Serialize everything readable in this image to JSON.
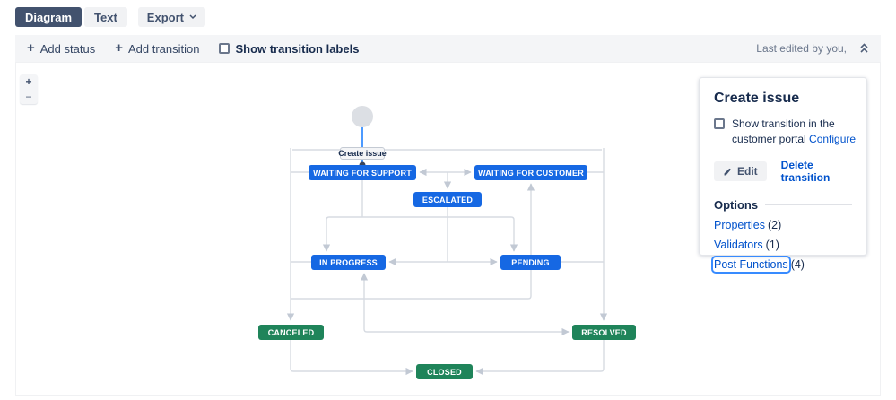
{
  "tabs": {
    "diagram": "Diagram",
    "text": "Text",
    "export": "Export"
  },
  "toolbar": {
    "add_status": "Add status",
    "add_transition": "Add transition",
    "show_transition_labels": "Show transition labels",
    "last_edited": "Last edited by you,"
  },
  "zoom_controls": {
    "zoom_in": "+",
    "zoom_out": "−"
  },
  "diagram": {
    "start_transition_label": "Create issue",
    "colors": {
      "inprogress": "#1668E3",
      "done": "#1F845A"
    },
    "statuses": [
      {
        "id": "wfs",
        "label": "WAITING FOR SUPPORT",
        "kind": "inprogress"
      },
      {
        "id": "wfc",
        "label": "WAITING FOR CUSTOMER",
        "kind": "inprogress"
      },
      {
        "id": "esc",
        "label": "ESCALATED",
        "kind": "inprogress"
      },
      {
        "id": "inp",
        "label": "IN PROGRESS",
        "kind": "inprogress"
      },
      {
        "id": "pen",
        "label": "PENDING",
        "kind": "inprogress"
      },
      {
        "id": "can",
        "label": "CANCELED",
        "kind": "done"
      },
      {
        "id": "res",
        "label": "RESOLVED",
        "kind": "done"
      },
      {
        "id": "clo",
        "label": "CLOSED",
        "kind": "done"
      }
    ]
  },
  "panel": {
    "title": "Create issue",
    "portal_checkbox_label": "Show transition in the customer portal",
    "configure_label": "Configure",
    "edit_label": "Edit",
    "delete_label": "Delete transition",
    "options_title": "Options",
    "options": [
      {
        "label": "Properties",
        "count": "(2)",
        "focused": false
      },
      {
        "label": "Validators",
        "count": "(1)",
        "focused": false
      },
      {
        "label": "Post Functions",
        "count": "(4)",
        "focused": true
      }
    ]
  }
}
